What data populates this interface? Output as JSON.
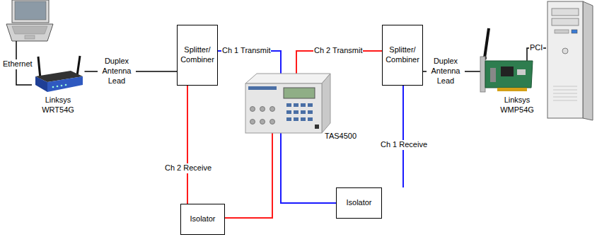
{
  "diagram": {
    "nodes": [
      {
        "text": [
          "Linksys WRT54G"
        ]
      },
      {
        "text": [
          "Splitter/ Combiner"
        ]
      },
      {
        "text": [
          "TAS4500"
        ]
      },
      {
        "text": [
          "Splitter/ Combiner"
        ]
      },
      {
        "text": [
          "Linksys WMP54G"
        ]
      },
      {
        "text": [
          "Isolator"
        ]
      },
      {
        "text": [
          "Isolator"
        ]
      }
    ],
    "edges": [
      {
        "from": 0,
        "to": 1,
        "arrow": "none",
        "label": "Duplex Antenna Lead"
      },
      {
        "from": 1,
        "to": 2,
        "arrow": "none",
        "label": "Ch 1 Transmit"
      },
      {
        "from": 2,
        "to": 3,
        "arrow": "none",
        "label": "Ch 2 Transmit"
      },
      {
        "from": 3,
        "to": 4,
        "arrow": "none",
        "label": "Duplex Antenna Lead"
      },
      {
        "from": 1,
        "to": 5,
        "arrow": "none",
        "label": "Ch 2 Receive"
      },
      {
        "from": 5,
        "to": 2,
        "arrow": "none"
      },
      {
        "from": 3,
        "to": 6,
        "arrow": "none",
        "label": "Ch 1 Receive"
      },
      {
        "from": 6,
        "to": 2,
        "arrow": "none"
      }
    ],
    "labels": [
      "Ethernet",
      "PCI"
    ]
  }
}
